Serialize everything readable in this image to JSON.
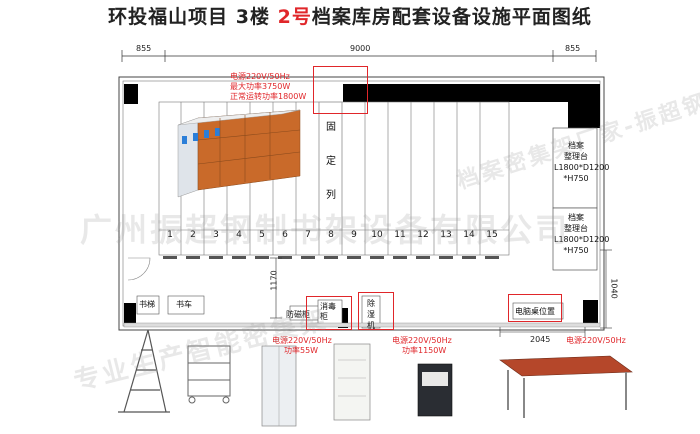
{
  "title": {
    "prefix": "环投福山项目  3楼  ",
    "highlight": "2号",
    "suffix": "档案库房配套设备设施平面图纸"
  },
  "dimensions": {
    "left_margin": "855",
    "total_width": "9000",
    "right_margin": "855",
    "height_1170": "1170",
    "height_1040": "1040",
    "width_2045": "2045"
  },
  "power_notes": {
    "top_left": [
      "电源220V/50Hz",
      "最大功率3750W",
      "正常运转功率1800W"
    ],
    "disinfect": [
      "电源220V/50Hz",
      "功率55W"
    ],
    "dehumidifier": [
      "电源220V/50Hz",
      "功率1150W"
    ],
    "computer": "电源220V/50Hz"
  },
  "fixed_column_label": [
    "固",
    "定",
    "列"
  ],
  "cabinet_numbers": [
    "1",
    "2",
    "3",
    "4",
    "5",
    "6",
    "7",
    "8",
    "9",
    "10",
    "11",
    "12",
    "13",
    "14",
    "15"
  ],
  "work_tables": [
    [
      "档案",
      "整理台",
      "L1800*D1200",
      "*H750"
    ],
    [
      "档案",
      "整理台",
      "L1800*D1200",
      "*H750"
    ]
  ],
  "equipment_labels": {
    "ladder": "书梯",
    "book_cart": "书车",
    "magnetic_cabinet": "防磁柜",
    "disinfect_cabinet": [
      "消毒",
      "柜"
    ],
    "dehumidifier": [
      "除",
      "湿",
      "机"
    ],
    "computer_desk": "电脑桌位置"
  },
  "watermarks": [
    "广州振超钢制书架设备有限公司",
    "专业生产智能密集架",
    "档案密集架厂家-振超钢制"
  ],
  "colors": {
    "accent_red": "#e0262a",
    "wall": "#000000"
  }
}
